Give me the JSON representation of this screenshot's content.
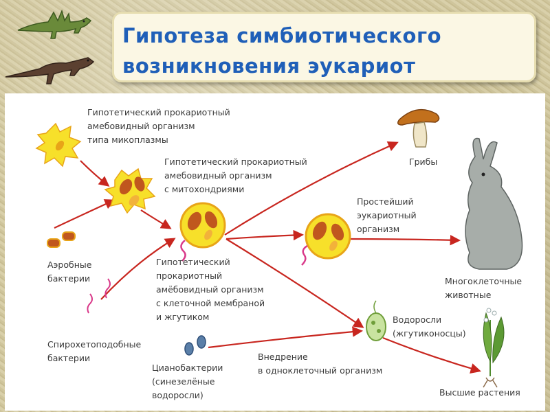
{
  "title": {
    "line1": "Гипотеза симбиотического",
    "line2": "возникновения эукариот"
  },
  "labels": {
    "mycoplasma": [
      "Гипотетический прокариотный",
      "амебовидный организм",
      "типа микоплазмы"
    ],
    "mitochondria": [
      "Гипотетический прокариотный",
      "амебовидный организм",
      "с митохондриями"
    ],
    "aerobic": [
      "Аэробные",
      "бактерии"
    ],
    "membrane": [
      "Гипотетический",
      "прокариотный",
      "амёбовидный организм",
      "с клеточной мембраной",
      "и жгутиком"
    ],
    "spirochete": [
      "Спирохетоподобные",
      "бактерии"
    ],
    "cyanobacteria": [
      "Цианобактерии",
      "(синезелёные",
      "водоросли)"
    ],
    "introduction": [
      "Внедрение",
      "в одноклеточный организм"
    ],
    "fungi": [
      "Грибы"
    ],
    "protozoa": [
      "Простейший",
      "эукариотный",
      "организм"
    ],
    "animals": [
      "Многоклеточные",
      "животные"
    ],
    "algae": [
      "Водоросли",
      "(жгутиконосцы)"
    ],
    "plants": [
      "Высшие растения"
    ]
  },
  "colors": {
    "title": "#1f5fb8",
    "arrow": "#c8261f",
    "cell_fill": "#f7e02a",
    "cell_stroke": "#e8a418",
    "bacteria": "#c0571e",
    "label_text": "#3a3a3a"
  }
}
